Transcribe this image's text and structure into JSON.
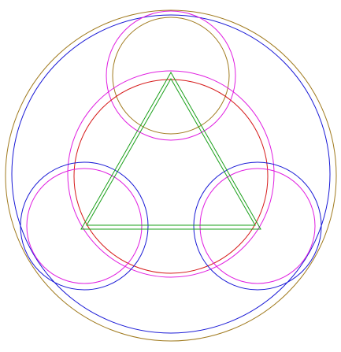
{
  "figure": {
    "background_color": "#ffffff",
    "colors": {
      "olive": "#a07a1e",
      "blue": "#1a1ad6",
      "magenta": "#e01ee0",
      "red": "#d61a1a",
      "green": "#1aa01a"
    },
    "shapes": [
      {
        "name": "outer-olive-circle",
        "kind": "circle",
        "color_key": "olive"
      },
      {
        "name": "outer-blue-circle",
        "kind": "circle",
        "color_key": "blue"
      },
      {
        "name": "top-magenta-circle",
        "kind": "circle",
        "color_key": "magenta"
      },
      {
        "name": "top-olive-circle",
        "kind": "circle",
        "color_key": "olive"
      },
      {
        "name": "center-magenta-circle",
        "kind": "circle",
        "color_key": "magenta"
      },
      {
        "name": "center-red-circle",
        "kind": "circle",
        "color_key": "red"
      },
      {
        "name": "left-blue-circle",
        "kind": "circle",
        "color_key": "blue"
      },
      {
        "name": "left-magenta-circle",
        "kind": "circle",
        "color_key": "magenta"
      },
      {
        "name": "right-blue-circle",
        "kind": "circle",
        "color_key": "blue"
      },
      {
        "name": "right-magenta-circle",
        "kind": "circle",
        "color_key": "magenta"
      },
      {
        "name": "outer-green-triangle",
        "kind": "triangle",
        "color_key": "green"
      },
      {
        "name": "inner-green-triangle",
        "kind": "triangle",
        "color_key": "green"
      }
    ]
  }
}
